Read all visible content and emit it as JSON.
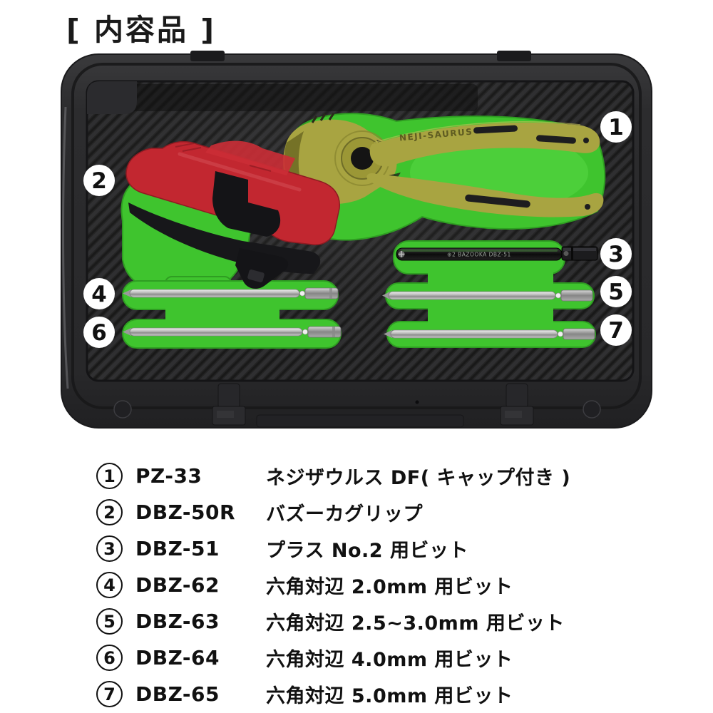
{
  "header": {
    "title": "[ 内容品 ]"
  },
  "photo": {
    "brand_on_pliers": "NEJI-SAURUS",
    "bit3_marking": "⊕2 BAZOOKA DBZ-51",
    "callouts": [
      "1",
      "2",
      "3",
      "4",
      "5",
      "6",
      "7"
    ],
    "colors": {
      "slot_green": "#3fc42e",
      "pliers_olive": "#a8a441",
      "grip_red": "#c22730",
      "case_black": "#2b2b2d",
      "callout_bg": "#ffffff",
      "callout_text": "#111111"
    }
  },
  "legend": {
    "items": [
      {
        "num": "1",
        "model": "PZ-33",
        "desc": "ネジザウルス DF( キャップ付き )"
      },
      {
        "num": "2",
        "model": "DBZ-50R",
        "desc": "バズーカグリップ"
      },
      {
        "num": "3",
        "model": "DBZ-51",
        "desc": "プラス No.2 用ビット"
      },
      {
        "num": "4",
        "model": "DBZ-62",
        "desc": "六角対辺 2.0mm 用ビット"
      },
      {
        "num": "5",
        "model": "DBZ-63",
        "desc": "六角対辺 2.5~3.0mm 用ビット"
      },
      {
        "num": "6",
        "model": "DBZ-64",
        "desc": "六角対辺 4.0mm 用ビット"
      },
      {
        "num": "7",
        "model": "DBZ-65",
        "desc": "六角対辺 5.0mm 用ビット"
      }
    ]
  }
}
